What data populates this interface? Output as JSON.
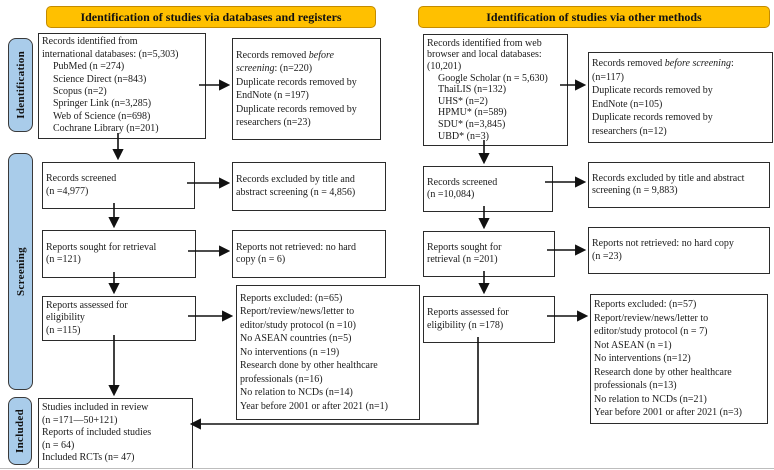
{
  "stages": {
    "identification": "Identification",
    "screening": "Screening",
    "included": "Included"
  },
  "colors": {
    "header_bg": "#FFC000",
    "header_border": "#C38B00",
    "header_text": "#111111",
    "stage_bg": "#A9CCEA",
    "stage_border": "#3A3A3A",
    "box_border": "#2B2B2B",
    "arrow": "#111111",
    "background": "#FFFFFF"
  },
  "left_column": {
    "header": "Identification of studies via databases and registers",
    "boxes": {
      "identified": {
        "lines": [
          "Records identified from",
          "international databases: (n=5,303)",
          {
            "t": "PubMed (n =274)",
            "indent": true
          },
          {
            "t": "Science Direct (n=843)",
            "indent": true
          },
          {
            "t": "Scopus (n=2)",
            "indent": true
          },
          {
            "t": "Springer Link (n=3,285)",
            "indent": true
          },
          {
            "t": "Web of Science (n=698)",
            "indent": true
          },
          {
            "t": "Cochrane Library (n=201)",
            "indent": true
          }
        ]
      },
      "removed": {
        "lines": [
          {
            "seg": [
              {
                "t": "Records removed "
              },
              {
                "t": "before",
                "i": true
              }
            ]
          },
          {
            "seg": [
              {
                "t": "screening",
                "i": true
              },
              {
                "t": ": (n=220)"
              }
            ]
          },
          "Duplicate records removed by",
          "EndNote (n =197)",
          "Duplicate records removed by",
          "researchers (n=23)"
        ]
      },
      "screened": {
        "lines": [
          "Records screened",
          "(n =4,977)"
        ]
      },
      "excluded_screening": {
        "lines": [
          "Records excluded by title and",
          "abstract screening (n = 4,856)"
        ]
      },
      "sought": {
        "lines": [
          "Reports sought for retrieval",
          "(n =121)"
        ]
      },
      "not_retrieved": {
        "lines": [
          "Reports not retrieved: no hard",
          "copy (n = 6)"
        ]
      },
      "assessed": {
        "lines": [
          "Reports assessed for",
          "eligibility",
          "(n =115)"
        ]
      },
      "excluded_eligibility": {
        "lines": [
          "Reports excluded: (n=65)",
          "Report/review/news/letter to",
          "editor/study protocol (n =10)",
          "No ASEAN countries (n=5)",
          "No interventions (n =19)",
          "Research done by other healthcare",
          "professionals (n=16)",
          "No relation to NCDs (n=14)",
          "Year before 2001 or after 2021 (n=1)"
        ]
      },
      "included": {
        "lines": [
          "Studies included in review",
          "(n =171—50+121)",
          "Reports of included studies",
          "(n = 64)",
          "Included RCTs (n= 47)"
        ]
      }
    }
  },
  "right_column": {
    "header": "Identification of studies via other methods",
    "boxes": {
      "identified": {
        "lines": [
          "Records identified from web",
          "browser and local databases:",
          "(10,201)",
          {
            "t": "Google Scholar (n = 5,630)",
            "indent": true
          },
          {
            "t": "ThaiLIS (n=132)",
            "indent": true
          },
          {
            "t": "UHS* (n=2)",
            "indent": true
          },
          {
            "t": "HPMU* (n=589)",
            "indent": true
          },
          {
            "t": "SDU* (n=3,845)",
            "indent": true
          },
          {
            "t": "UBD* (n=3)",
            "indent": true
          }
        ]
      },
      "removed": {
        "lines": [
          {
            "seg": [
              {
                "t": "Records removed "
              },
              {
                "t": "before screening",
                "i": true
              },
              {
                "t": ":"
              }
            ]
          },
          "(n=117)",
          "Duplicate records removed by",
          "EndNote (n=105)",
          "Duplicate records removed by",
          "researchers (n=12)"
        ]
      },
      "screened": {
        "lines": [
          "Records screened",
          "(n =10,084)"
        ]
      },
      "excluded_screening": {
        "lines": [
          "Records excluded by title and abstract",
          "screening (n = 9,883)"
        ]
      },
      "sought": {
        "lines": [
          "Reports sought for",
          "retrieval (n =201)"
        ]
      },
      "not_retrieved": {
        "lines": [
          "Reports not retrieved: no hard copy",
          "(n =23)"
        ]
      },
      "assessed": {
        "lines": [
          "Reports assessed for",
          "eligibility (n =178)"
        ]
      },
      "excluded_eligibility": {
        "lines": [
          "Reports excluded: (n=57)",
          "Report/review/news/letter to",
          "editor/study protocol (n = 7)",
          "Not ASEAN (n =1)",
          "No interventions (n=12)",
          "Research done by other healthcare",
          "professionals (n=13)",
          "No relation to NCDs (n=21)",
          "Year before 2001 or after 2021 (n=3)"
        ]
      }
    }
  }
}
